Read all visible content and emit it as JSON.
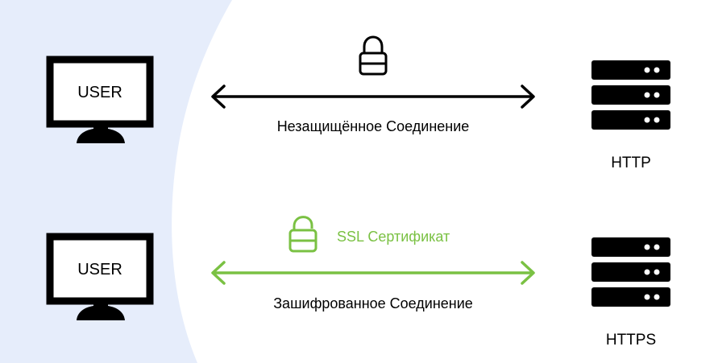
{
  "colors": {
    "background_left": "#e6edfb",
    "background_right": "#ffffff",
    "stroke": "#000000",
    "secure_accent": "#7ac143"
  },
  "top_row": {
    "user_label": "USER",
    "connection_label": "Незащищённое Соединение",
    "server_label": "HTTP",
    "lock_icon": "lock-closed-icon"
  },
  "bottom_row": {
    "user_label": "USER",
    "connection_label": "Зашифрованное Соединение",
    "certificate_label": "SSL Сертификат",
    "server_label": "HTTPS",
    "lock_icon": "lock-open-icon"
  }
}
